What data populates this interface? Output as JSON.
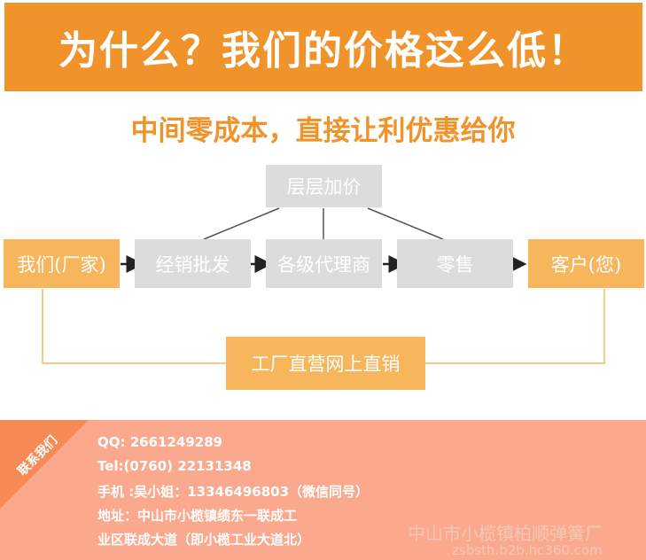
{
  "header": {
    "title": "为什么？我们的价格这么低！"
  },
  "subtitle": "中间零成本，直接让利优惠给你",
  "diagram": {
    "markup_box": "层层加价",
    "nodes": [
      {
        "label": "我们(厂家)"
      },
      {
        "label": "经销批发"
      },
      {
        "label": "各级代理商"
      },
      {
        "label": "零售"
      },
      {
        "label": "客户(您)"
      }
    ],
    "direct_box": "工厂直营网上直销"
  },
  "contact": {
    "corner_label": "联系我们",
    "qq": "QQ: 2661249289",
    "tel": "Tel:(0760) 22131348",
    "mobile": "手机 :吴小姐：13346496803（微信同号）",
    "address_line1": "地址：中山市小榄镇绩东一联成工",
    "address_line2": "业区联成大道（即小榄工业大道北）"
  },
  "watermark": {
    "line1": "中山市小榄镇柏顺弹簧厂",
    "line2": "zsbsth.b2b.hc360.com"
  },
  "colors": {
    "accent": "#f0932b",
    "box_orange": "#f7b55c",
    "box_grey": "#dcdcdc",
    "contact_bg": "#faa98e"
  }
}
